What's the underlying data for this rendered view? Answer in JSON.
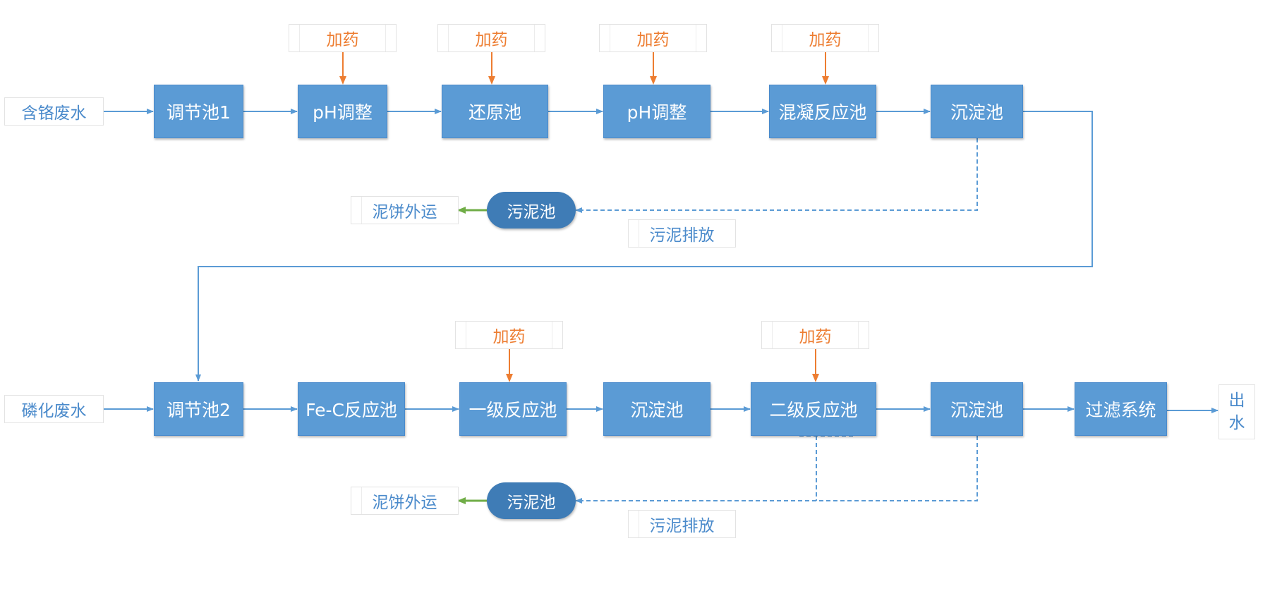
{
  "colors": {
    "box_fill": "#5B9BD5",
    "text_blue": "#4A8ACB",
    "dose": "#ED7D31",
    "sludge_pool": "#3F7CB6",
    "cake_arrow": "#70AD47"
  },
  "row1": {
    "input": "含铬废水",
    "steps": [
      "调节池1",
      "pH调整",
      "还原池",
      "pH调整",
      "混凝反应池",
      "沉淀池"
    ],
    "dosing": [
      "加药",
      "加药",
      "加药",
      "加药"
    ]
  },
  "row2": {
    "input": "磷化废水",
    "steps": [
      "调节池2",
      "Fe-C反应池",
      "一级反应池",
      "沉淀池",
      "二级反应池",
      "沉淀池",
      "过滤系统"
    ],
    "dosing": [
      "加药",
      "加药"
    ],
    "output": [
      "出",
      "水"
    ]
  },
  "sludge1": {
    "pool": "污泥池",
    "cake": "泥饼外运",
    "discharge": "污泥排放"
  },
  "sludge2": {
    "pool": "污泥池",
    "cake": "泥饼外运",
    "discharge": "污泥排放"
  }
}
